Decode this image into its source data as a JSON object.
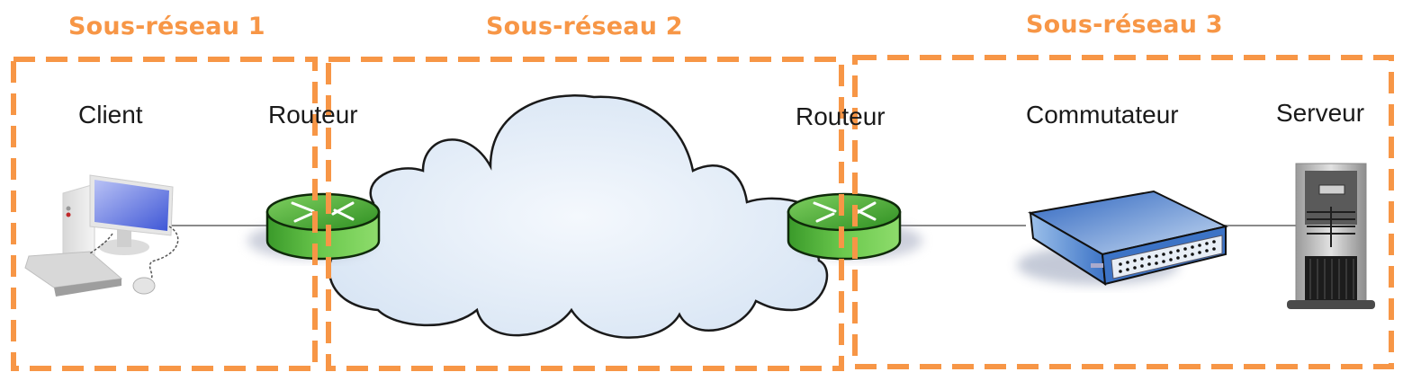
{
  "subnets": [
    {
      "title": "Sous-réseau 1"
    },
    {
      "title": "Sous-réseau 2"
    },
    {
      "title": "Sous-réseau 3"
    }
  ],
  "devices": {
    "client": {
      "label": "Client",
      "icon": "desktop-computer-icon"
    },
    "router_left": {
      "label": "Routeur",
      "icon": "router-icon"
    },
    "cloud": {
      "icon": "network-cloud-icon"
    },
    "router_right": {
      "label": "Routeur",
      "icon": "router-icon"
    },
    "switch": {
      "label": "Commutateur",
      "icon": "network-switch-icon"
    },
    "server": {
      "label": "Serveur",
      "icon": "tower-server-icon"
    }
  },
  "colors": {
    "subnet_border": "#F79646",
    "router_green": "#3FA62E",
    "switch_blue": "#3F78C8",
    "cloud_fill": "#E6EEF8",
    "link_line": "#8A8A8A"
  }
}
